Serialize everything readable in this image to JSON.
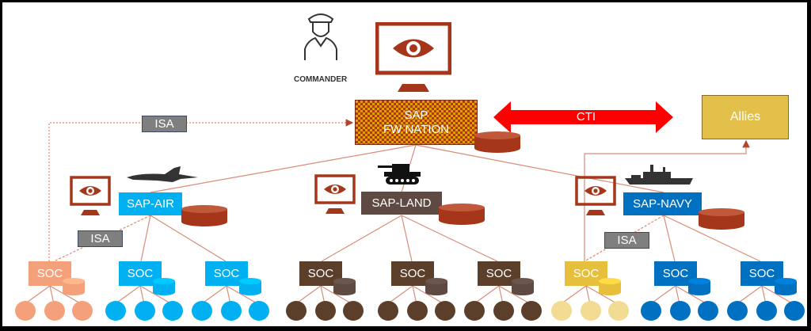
{
  "diagram": {
    "commander_label": "COMMANDER",
    "nation": {
      "label": "SAP\nFW NATION",
      "line1": "SAP",
      "line2": "FW NATION"
    },
    "cti_label": "CTI",
    "allies_label": "Allies",
    "isa_labels": [
      "ISA",
      "ISA",
      "ISA"
    ],
    "branches": [
      {
        "label": "SAP-AIR",
        "color": "#00b0f0",
        "icon": "fighter-jet-icon"
      },
      {
        "label": "SAP-LAND",
        "color": "#5e4a42",
        "icon": "tank-icon"
      },
      {
        "label": "SAP-NAVY",
        "color": "#0070c0",
        "icon": "warship-icon"
      }
    ],
    "socs": [
      {
        "label": "SOC",
        "color": "#f4a07a",
        "cyl": "#f4a07a",
        "leaf": "#f4a07a"
      },
      {
        "label": "SOC",
        "color": "#00b0f0",
        "cyl": "#00b0f0",
        "leaf": "#00b0f0"
      },
      {
        "label": "SOC",
        "color": "#00b0f0",
        "cyl": "#00b0f0",
        "leaf": "#00b0f0"
      },
      {
        "label": "SOC",
        "color": "#5b3f2a",
        "cyl": "#5e4a42",
        "leaf": "#5b3f2a"
      },
      {
        "label": "SOC",
        "color": "#5b3f2a",
        "cyl": "#5e4a42",
        "leaf": "#5b3f2a"
      },
      {
        "label": "SOC",
        "color": "#5b3f2a",
        "cyl": "#5e4a42",
        "leaf": "#5b3f2a"
      },
      {
        "label": "SOC",
        "color": "#e6bf3c",
        "cyl": "#e6bf3c",
        "leaf": "#f2dc93"
      },
      {
        "label": "SOC",
        "color": "#0070c0",
        "cyl": "#0070c0",
        "leaf": "#0070c0"
      },
      {
        "label": "SOC",
        "color": "#0070c0",
        "cyl": "#0070c0",
        "leaf": "#0070c0"
      }
    ],
    "colors": {
      "accent": "#a5361a",
      "cti": "#ff0000",
      "allies": "#e3c04a",
      "line": "#d98c78"
    }
  }
}
